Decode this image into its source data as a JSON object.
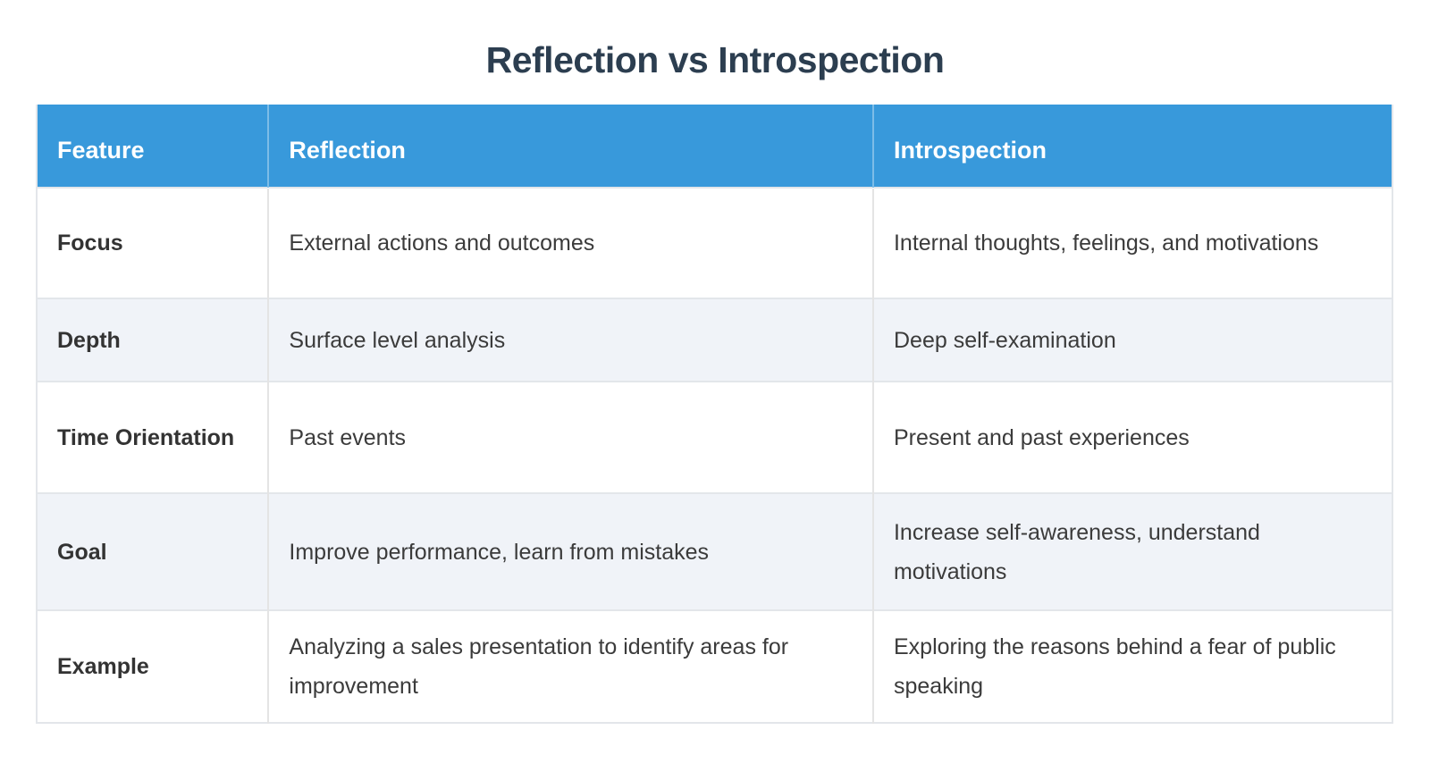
{
  "title": "Reflection vs Introspection",
  "table": {
    "headers": [
      "Feature",
      "Reflection",
      "Introspection"
    ],
    "rows": [
      {
        "feature": "Focus",
        "reflection": "External actions and outcomes",
        "introspection": "Internal thoughts, feelings, and motivations"
      },
      {
        "feature": "Depth",
        "reflection": "Surface level analysis",
        "introspection": "Deep self-examination"
      },
      {
        "feature": "Time Orientation",
        "reflection": "Past events",
        "introspection": "Present and past experiences"
      },
      {
        "feature": "Goal",
        "reflection": "Improve performance, learn from mistakes",
        "introspection": "Increase self-awareness, understand motivations"
      },
      {
        "feature": "Example",
        "reflection": "Analyzing a sales presentation to identify areas for improvement",
        "introspection": "Exploring the reasons behind a fear of public speaking"
      }
    ]
  },
  "colors": {
    "header_background": "#3899db",
    "header_text": "#ffffff",
    "title_text": "#2c3e50",
    "body_text": "#3b3b3b",
    "stripe_background": "#f0f3f8",
    "border": "#e3e6ea"
  }
}
